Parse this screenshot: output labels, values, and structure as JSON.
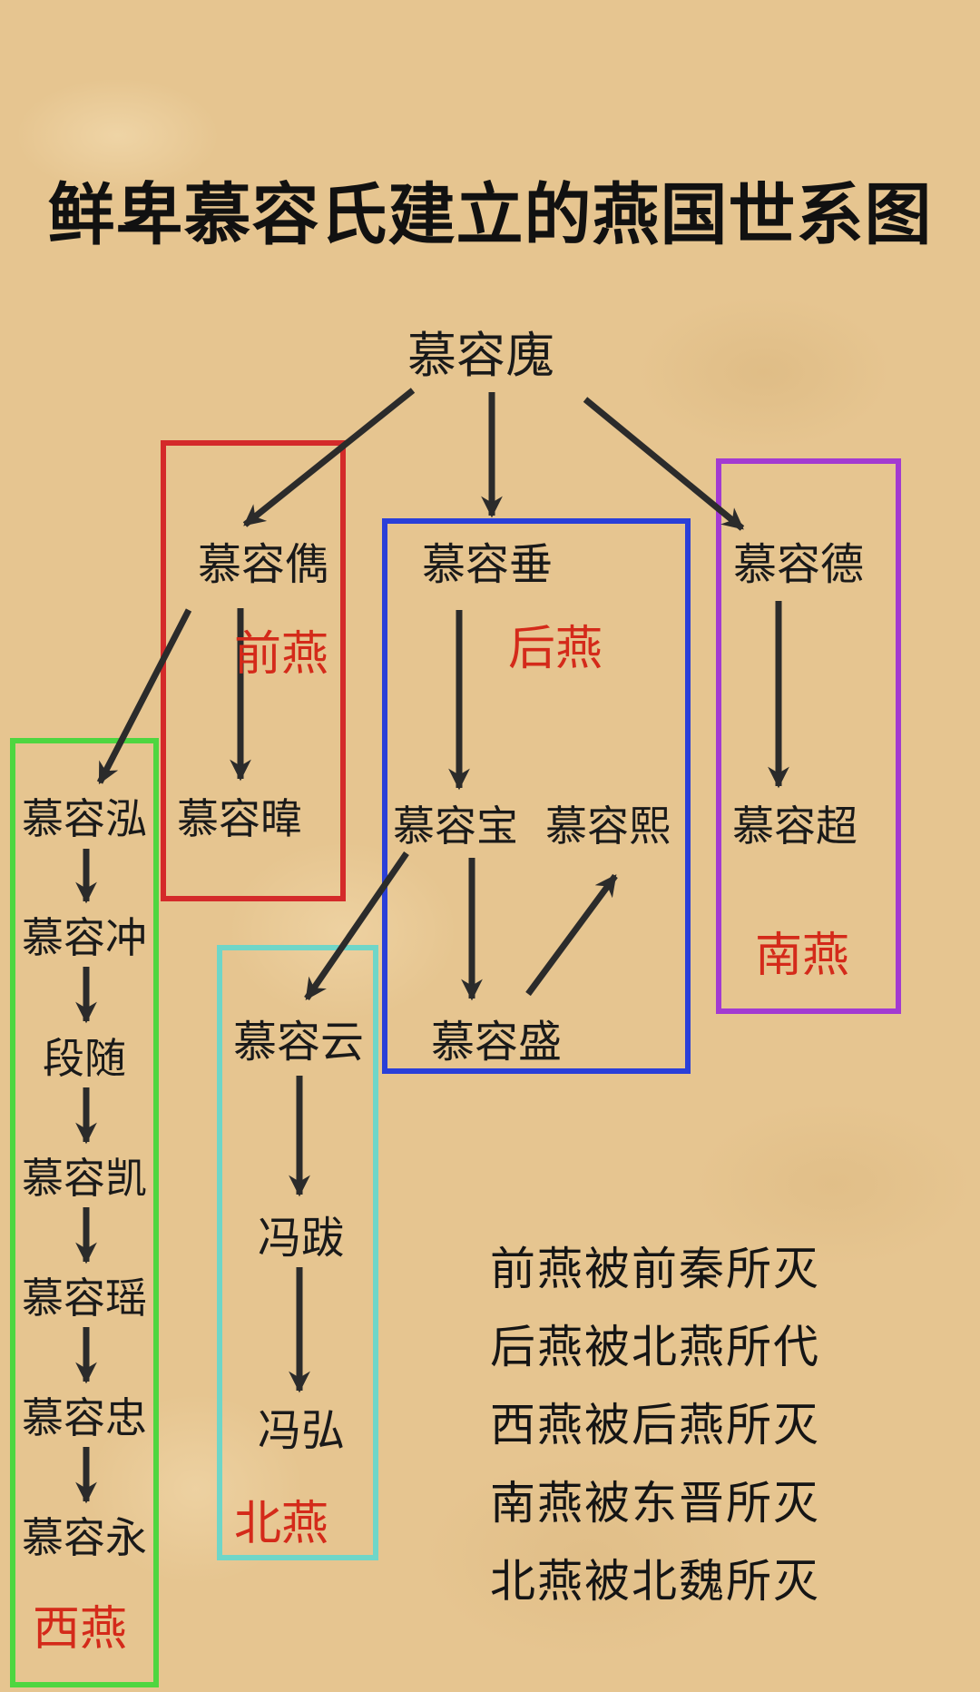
{
  "title": "鲜卑慕容氏建立的燕国世系图",
  "colors": {
    "background": "#e6c590",
    "arrow": "#2b2b2b",
    "state_label": "#d42a1a",
    "box_qian_yan": "#d42a2a",
    "box_hou_yan": "#2a3fd8",
    "box_nan_yan": "#a33ad1",
    "box_xi_yan": "#4ed640",
    "box_bei_yan": "#6fd6c8"
  },
  "nodes": {
    "murong_hui": "慕容廆",
    "murong_jun": "慕容儁",
    "murong_chui": "慕容垂",
    "murong_de": "慕容德",
    "murong_wei": "慕容暐",
    "murong_hong": "慕容泓",
    "murong_bao": "慕容宝",
    "murong_xi": "慕容熙",
    "murong_chao": "慕容超",
    "murong_chong": "慕容冲",
    "duan_sui": "段随",
    "murong_kai": "慕容凯",
    "murong_yao": "慕容瑶",
    "murong_zhong": "慕容忠",
    "murong_yong": "慕容永",
    "murong_yun": "慕容云",
    "murong_sheng": "慕容盛",
    "feng_ba": "冯跋",
    "feng_hong": "冯弘"
  },
  "states": {
    "qian_yan": "前燕",
    "hou_yan": "后燕",
    "nan_yan": "南燕",
    "xi_yan": "西燕",
    "bei_yan": "北燕"
  },
  "notes": [
    "前燕被前秦所灭",
    "后燕被北燕所代",
    "西燕被后燕所灭",
    "南燕被东晋所灭",
    "北燕被北魏所灭"
  ]
}
